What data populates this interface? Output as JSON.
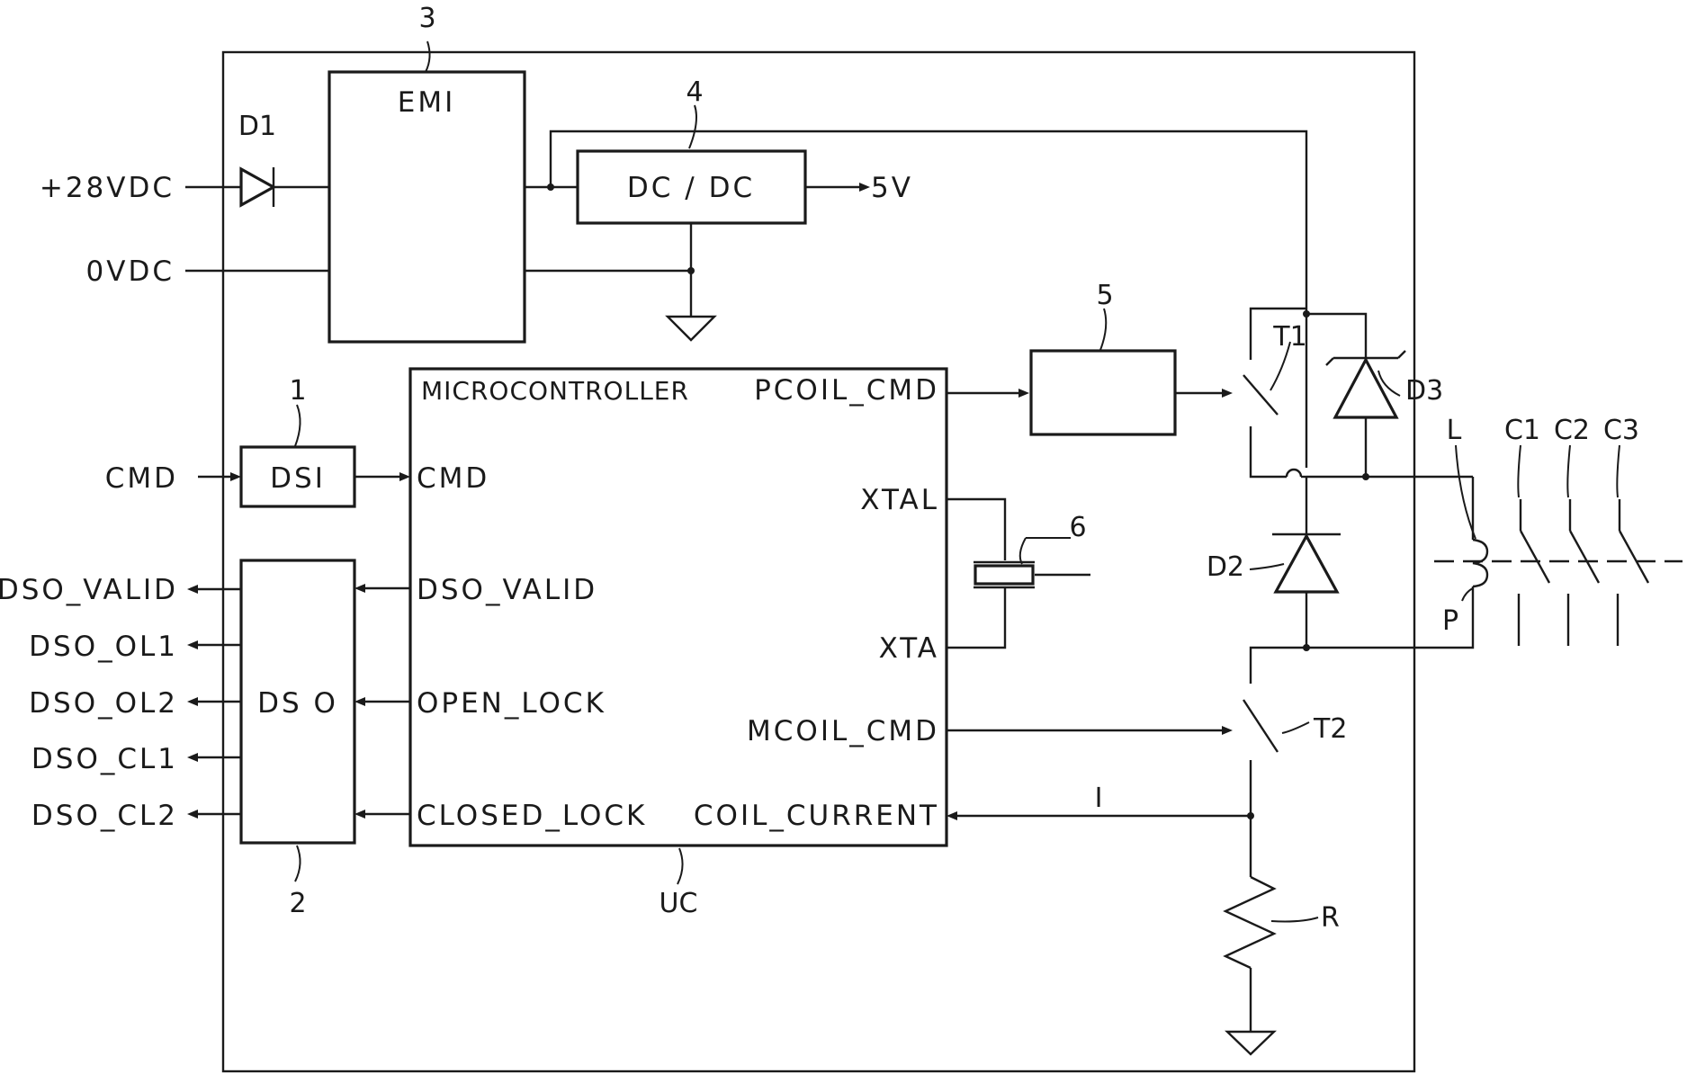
{
  "ports": {
    "p28": "+28VDC",
    "p0": "0VDC",
    "cmd": "CMD",
    "dso_valid": "DSO_VALID",
    "dso_ol1": "DSO_OL1",
    "dso_ol2": "DSO_OL2",
    "dso_cl1": "DSO_CL1",
    "dso_cl2": "DSO_CL2",
    "v5": "5V"
  },
  "blocks": {
    "emi": "EMI",
    "dcdc": "DC / DC",
    "dsi": "DSI",
    "dso": "DS O"
  },
  "mcu": {
    "title": "MICROCONTROLLER",
    "cmd": "CMD",
    "dso_valid": "DSO_VALID",
    "open_lock": "OPEN_LOCK",
    "closed_lock": "CLOSED_LOCK",
    "pcoil": "PCOIL_CMD",
    "xtal": "XTAL",
    "xta": "XTA",
    "mcoil": "MCOIL_CMD",
    "coil_current": "COIL_CURRENT"
  },
  "refs": {
    "r1": "1",
    "r2": "2",
    "r3": "3",
    "r4": "4",
    "r5": "5",
    "r6": "6",
    "uc": "UC",
    "d1": "D1",
    "d2": "D2",
    "d3": "D3",
    "t1": "T1",
    "t2": "T2",
    "r": "R",
    "i": "I",
    "l": "L",
    "p": "P",
    "c1": "C1",
    "c2": "C2",
    "c3": "C3"
  },
  "colors": {
    "line": "#1a1a1a",
    "background": "#ffffff"
  }
}
